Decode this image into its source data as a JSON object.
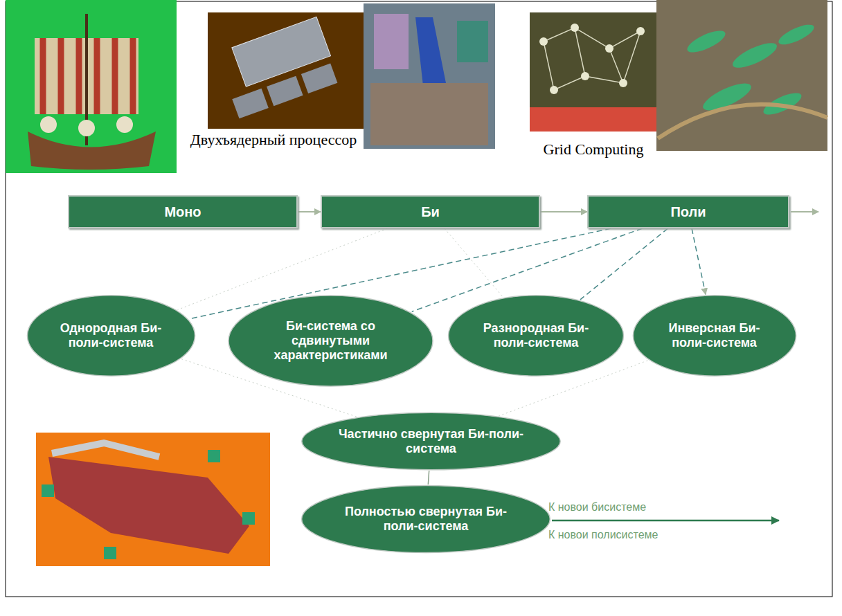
{
  "diagram": {
    "nodes": [
      {
        "text": [
          "Моно"
        ]
      },
      {
        "text": [
          "Би"
        ]
      },
      {
        "text": [
          "Поли"
        ]
      },
      {
        "text": [
          "Однородная Би-поли-система"
        ]
      },
      {
        "text": [
          "Би-система со сдвинутыми характеристиками"
        ]
      },
      {
        "text": [
          "Разнородная Би-поли-система"
        ]
      },
      {
        "text": [
          "Инверсная Би-поли-система"
        ]
      },
      {
        "text": [
          "Частично свернутая Би-поли-система"
        ]
      },
      {
        "text": [
          "Полностью свернутая Би-поли-система"
        ]
      }
    ],
    "edges": [
      {
        "from": 0,
        "to": 1,
        "arrow": "to"
      },
      {
        "from": 1,
        "to": 2,
        "arrow": "to"
      },
      {
        "from": 2,
        "to": 3,
        "arrow": "none"
      },
      {
        "from": 2,
        "to": 4,
        "arrow": "none"
      },
      {
        "from": 2,
        "to": 5,
        "arrow": "none"
      },
      {
        "from": 2,
        "to": 6,
        "arrow": "to"
      },
      {
        "from": 1,
        "to": 3,
        "arrow": "none"
      },
      {
        "from": 1,
        "to": 5,
        "arrow": "none"
      },
      {
        "from": 3,
        "to": 7,
        "arrow": "none"
      },
      {
        "from": 6,
        "to": 7,
        "arrow": "none"
      },
      {
        "from": 7,
        "to": 8,
        "arrow": "none"
      }
    ],
    "labels": [
      "Двухъядерный процессор",
      "Grid Computing",
      "К новои бисистеме",
      "К новои полисистеме"
    ]
  }
}
